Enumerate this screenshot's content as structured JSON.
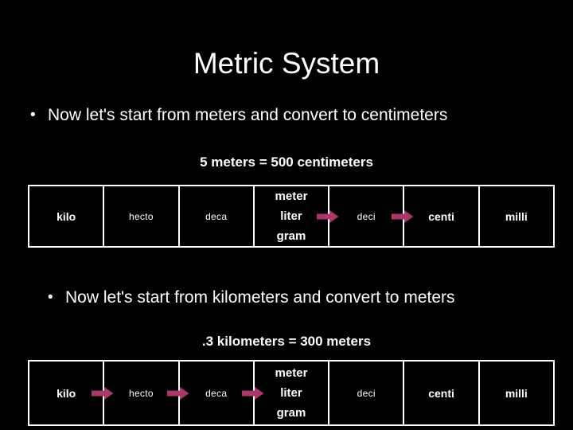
{
  "slide": {
    "title": "Metric System",
    "background_color": "#000000",
    "text_color": "#ffffff",
    "arrow_color": "#A8386A"
  },
  "sections": [
    {
      "bullet_mark": "•",
      "bullet_text": "Now let's start from meters and convert to centimeters",
      "caption": "5 meters = 500 centimeters"
    },
    {
      "bullet_mark": "•",
      "bullet_text": "Now let's start from kilometers and convert to meters",
      "caption": ".3 kilometers = 300 meters"
    }
  ],
  "table_1": {
    "cells": [
      {
        "label": "kilo",
        "style": "bold",
        "arrow_after": false
      },
      {
        "label": "hecto",
        "style": "thin",
        "arrow_after": false
      },
      {
        "label": "deca",
        "style": "thin",
        "arrow_after": false
      },
      {
        "label": "meter",
        "label2": "liter",
        "label3": "gram",
        "style": "stacked",
        "arrow_after": true
      },
      {
        "label": "deci",
        "style": "thin",
        "arrow_after": true
      },
      {
        "label": "centi",
        "style": "bold",
        "arrow_after": false
      },
      {
        "label": "milli",
        "style": "bold",
        "arrow_after": false
      }
    ]
  },
  "table_2": {
    "cells": [
      {
        "label": "kilo",
        "style": "bold",
        "arrow_after": true
      },
      {
        "label": "hecto",
        "style": "thin",
        "arrow_after": true
      },
      {
        "label": "deca",
        "style": "thin",
        "arrow_after": true
      },
      {
        "label": "meter",
        "label2": "liter",
        "label3": "gram",
        "style": "stacked",
        "arrow_after": false
      },
      {
        "label": "deci",
        "style": "thin",
        "arrow_after": false
      },
      {
        "label": "centi",
        "style": "bold",
        "arrow_after": false
      },
      {
        "label": "milli",
        "style": "bold",
        "arrow_after": false
      }
    ]
  }
}
